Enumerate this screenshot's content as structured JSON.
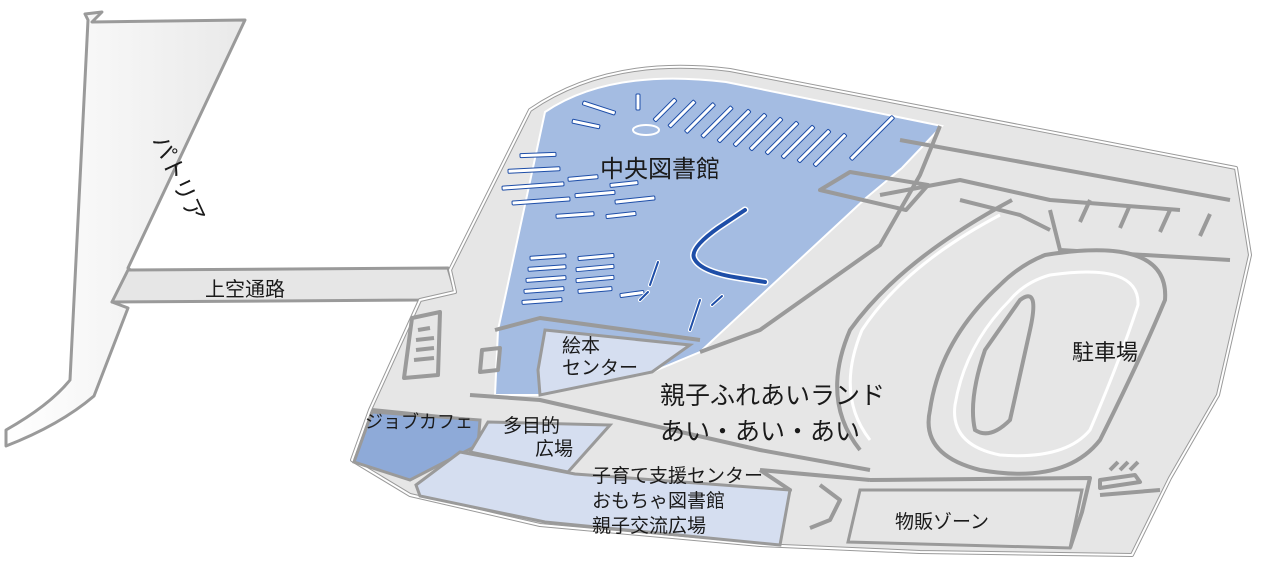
{
  "map": {
    "labels": {
      "patria": "パトリア",
      "skywalk": "上空通路",
      "central_library": "中央図書館",
      "picture_book_center_l1": "絵本",
      "picture_book_center_l2": "センター",
      "parent_child_land_l1": "親子ふれあいランド",
      "parent_child_land_l2": "あい・あい・あい",
      "job_cafe": "ジョブカフェ",
      "multipurpose_l1": "多目的",
      "multipurpose_l2": "広場",
      "childcare_l1": "子育て支援センター",
      "childcare_l2": "おもちゃ図書館",
      "childcare_l3": "親子交流広場",
      "parking": "駐車場",
      "shop_zone": "物販ゾーン"
    },
    "colors": {
      "library_blue": "#a4bce2",
      "jobcafe_blue": "#8eaad8",
      "pale_blue": "#d5def0",
      "floor_gray": "#e6e6e6",
      "shelf_blue": "#1e4ea8",
      "wall_gray": "#9a9a9a"
    }
  }
}
